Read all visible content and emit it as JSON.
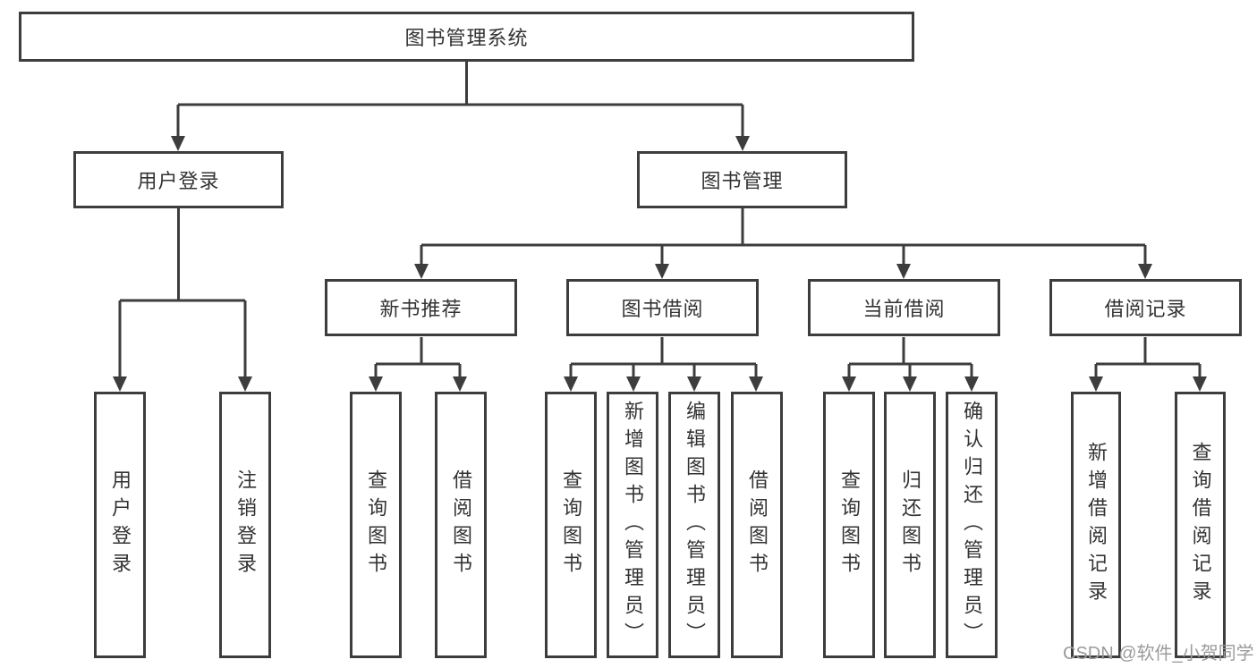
{
  "diagram": {
    "title": "图书管理系统",
    "watermark": "CSDN @软件_小贺同学",
    "colors": {
      "line": "#3d3d3d",
      "text": "#333333",
      "watermark_text": "#9b9b9b",
      "background": "#ffffff"
    },
    "root": {
      "label": "图书管理系统"
    },
    "level2": [
      {
        "label": "用户登录"
      },
      {
        "label": "图书管理"
      }
    ],
    "level3": [
      {
        "label": "新书推荐",
        "parent": "图书管理"
      },
      {
        "label": "图书借阅",
        "parent": "图书管理"
      },
      {
        "label": "当前借阅",
        "parent": "图书管理"
      },
      {
        "label": "借阅记录",
        "parent": "图书管理"
      }
    ],
    "leaves": {
      "login": [
        "用户登录",
        "注销登录"
      ],
      "newbook": [
        "查询图书",
        "借阅图书"
      ],
      "borrow": [
        "查询图书",
        "新增图书（管理员）",
        "编辑图书（管理员）",
        "借阅图书"
      ],
      "current": [
        "查询图书",
        "归还图书",
        "确认归还（管理员）"
      ],
      "records": [
        "新增借阅记录",
        "查询借阅记录"
      ]
    }
  }
}
